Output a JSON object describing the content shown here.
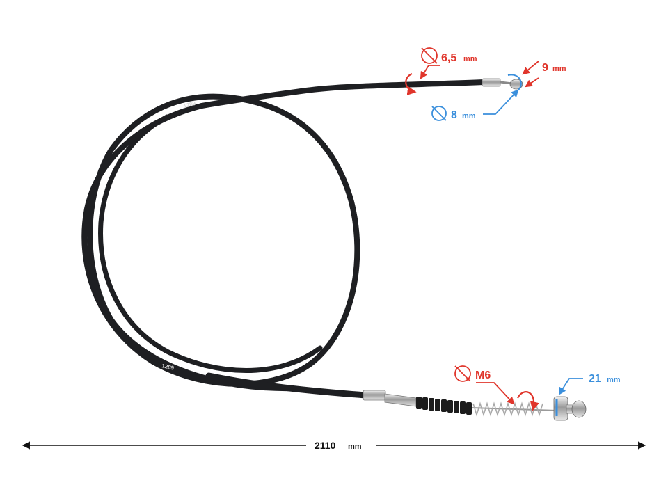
{
  "colors": {
    "red": "#e0352b",
    "blue": "#3a8fdc",
    "cable": "#1e1f22",
    "dimension_line": "#111111"
  },
  "annotations": {
    "inner_diameter": {
      "symbol": "⦰",
      "value": "6,5",
      "unit": "mm"
    },
    "nipple_length": {
      "value": "9",
      "unit": "mm"
    },
    "nipple_diameter": {
      "symbol": "⦰",
      "value": "8",
      "unit": "mm"
    },
    "thread": {
      "symbol": "⦰",
      "value": "M6",
      "unit": ""
    },
    "end_length": {
      "value": "21",
      "unit": "mm"
    },
    "total_length": {
      "value": "2110",
      "unit": "mm"
    }
  },
  "cable_print": {
    "text": "1289"
  }
}
